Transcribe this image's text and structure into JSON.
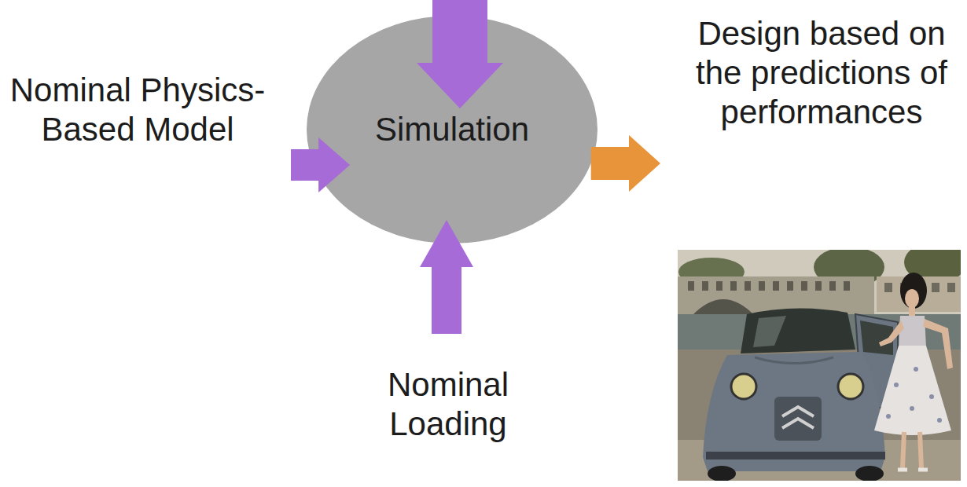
{
  "diagram": {
    "nodes": [
      {
        "text": [
          "Nominal Physics-Based Model"
        ]
      },
      {
        "text": [
          "Simulation"
        ]
      },
      {
        "text": [
          "Nominal Loading"
        ]
      },
      {
        "text": [
          "Design based on the predictions of performances"
        ]
      }
    ],
    "edges": [
      {
        "from": 0,
        "to": 1,
        "arrow": "to"
      },
      {
        "from": 2,
        "to": 1,
        "arrow": "to"
      },
      {
        "from": 1,
        "to": 3,
        "arrow": "to"
      }
    ]
  }
}
